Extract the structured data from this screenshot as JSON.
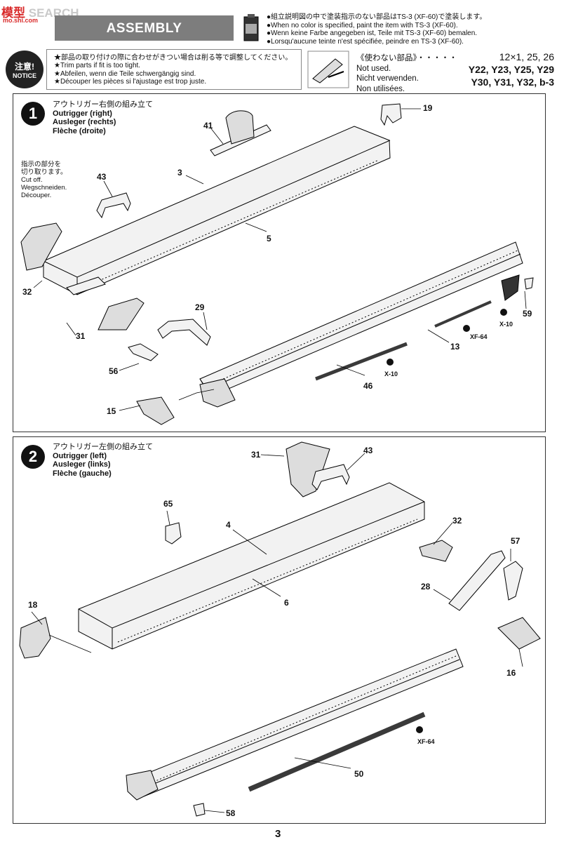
{
  "watermark": {
    "text_a": "模",
    "text_b": "型",
    "text_c": "SEARCH",
    "sub": "mo.shi.com"
  },
  "header": {
    "title": "ASSEMBLY"
  },
  "paint_note": {
    "lines": [
      "●組立説明図の中で塗装指示のない部品はTS-3 (XF-60)で塗装します。",
      "●When no color is specified, paint the item with TS-3 (XF-60).",
      "●Wenn keine Farbe angegeben ist, Teile mit TS-3 (XF-60) bemalen.",
      "●Lorsqu'aucune teinte n'est spécifiée, peindre en TS-3 (XF-60)."
    ]
  },
  "notice": {
    "badge_jp": "注意!",
    "badge_en": "NOTICE",
    "lines": [
      "★部品の取り付けの際に合わせがきつい場合は削る等で調整してください。",
      "★Trim parts if fit is too tight.",
      "★Abfeilen, wenn die Teile schwergängig sind.",
      "★Découper les pièces si l'ajustage est trop juste."
    ]
  },
  "unused": {
    "labels": [
      "《使わない部品》・・・・・",
      "Not used.",
      "Nicht verwenden.",
      "Non utilisées."
    ],
    "parts": [
      "12×1, 25, 26",
      "Y22, Y23, Y25, Y29",
      "Y30, Y31, Y32, b-3"
    ]
  },
  "step1": {
    "number": "1",
    "title_jp": "アウトリガー右側の組み立て",
    "title_en": "Outrigger (right)",
    "title_de": "Ausleger (rechts)",
    "title_fr": "Flèche (droite)",
    "cut_note": [
      "指示の部分を",
      "切り取ります。",
      "Cut off.",
      "Wegschneiden.",
      "Découper."
    ],
    "parts": {
      "p19": "19",
      "p41": "41",
      "p3": "3",
      "p43": "43",
      "p5": "5",
      "p32": "32",
      "p31": "31",
      "p29": "29",
      "p56": "56",
      "p15": "15",
      "p46": "46",
      "p13": "13",
      "p59": "59"
    },
    "paint": {
      "x10a": "X-10",
      "xf64": "XF-64",
      "x10b": "X-10"
    }
  },
  "step2": {
    "number": "2",
    "title_jp": "アウトリガー左側の組み立て",
    "title_en": "Outrigger (left)",
    "title_de": "Ausleger (links)",
    "title_fr": "Flèche (gauche)",
    "parts": {
      "p31": "31",
      "p43": "43",
      "p32": "32",
      "p65": "65",
      "p4": "4",
      "p57": "57",
      "p28": "28",
      "p18": "18",
      "p6": "6",
      "p16": "16",
      "p50": "50",
      "p58": "58"
    },
    "paint": {
      "xf64": "XF-64"
    }
  },
  "footer": {
    "page": "3"
  },
  "colors": {
    "banner": "#7d7d7d",
    "part_fill": "#e6e6e6",
    "rod": "#3a3a3a"
  }
}
